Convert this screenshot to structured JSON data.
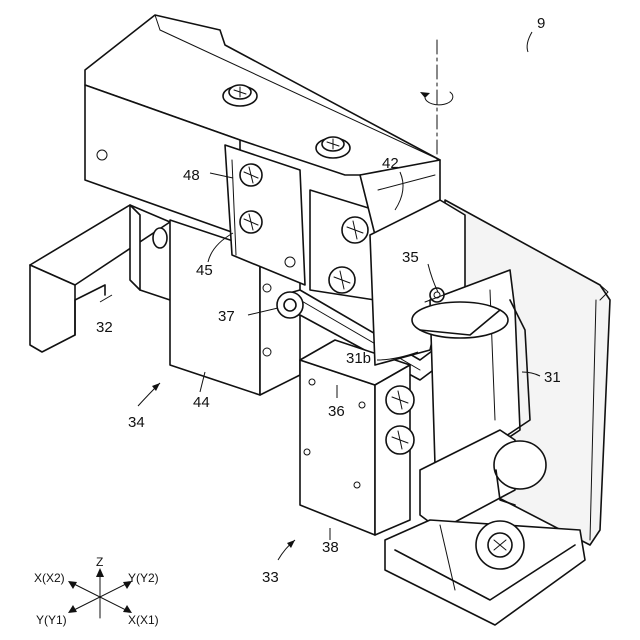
{
  "labels": {
    "r9": "9",
    "r42": "42",
    "r48": "48",
    "r45": "45",
    "r35": "35",
    "r32": "32",
    "r37": "37",
    "r31b": "31b",
    "r31": "31",
    "r34": "34",
    "r44": "44",
    "r36": "36",
    "r33": "33",
    "r38": "38"
  },
  "axes": {
    "z": "Z",
    "x2": "X(X2)",
    "y2": "Y(Y2)",
    "y1": "Y(Y1)",
    "x1": "X(X1)"
  }
}
